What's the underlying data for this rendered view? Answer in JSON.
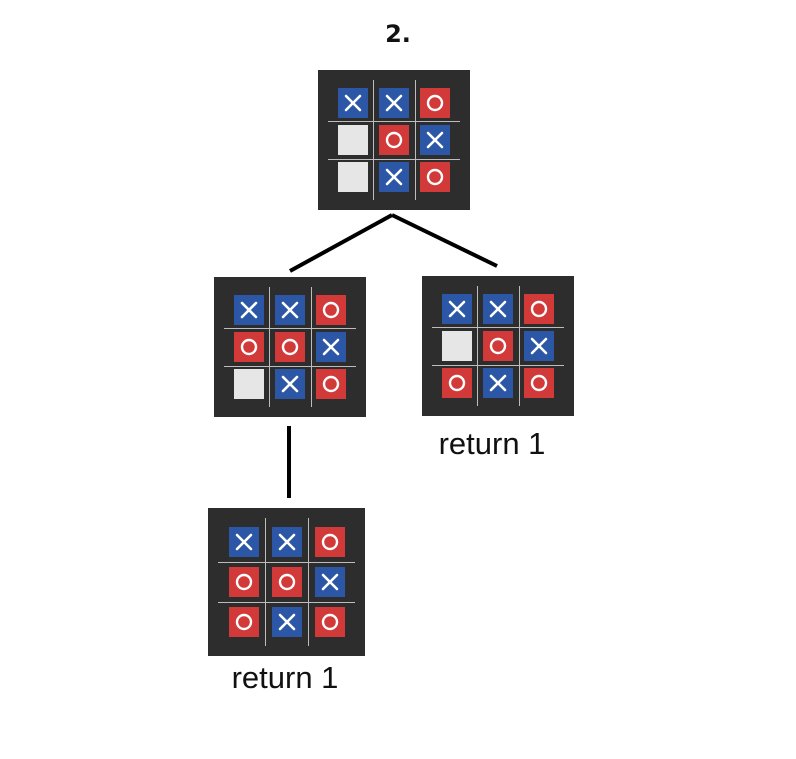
{
  "diagram": {
    "heading": "2.",
    "colors": {
      "x": "#2c56a6",
      "o": "#d23a3a",
      "empty": "#e6e6e6",
      "board": "#2d2d2d"
    },
    "nodes": [
      {
        "id": "root",
        "cells": [
          [
            "X",
            "X",
            "O"
          ],
          [
            "",
            "O",
            "X"
          ],
          [
            "",
            "X",
            "O"
          ]
        ],
        "label": ""
      },
      {
        "id": "left-child",
        "cells": [
          [
            "X",
            "X",
            "O"
          ],
          [
            "O",
            "O",
            "X"
          ],
          [
            "",
            "X",
            "O"
          ]
        ],
        "label": ""
      },
      {
        "id": "right-child",
        "cells": [
          [
            "X",
            "X",
            "O"
          ],
          [
            "",
            "O",
            "X"
          ],
          [
            "O",
            "X",
            "O"
          ]
        ],
        "label": "return 1"
      },
      {
        "id": "left-grandchild",
        "cells": [
          [
            "X",
            "X",
            "O"
          ],
          [
            "O",
            "O",
            "X"
          ],
          [
            "O",
            "X",
            "O"
          ]
        ],
        "label": "return 1"
      }
    ],
    "edges": [
      {
        "from": "root",
        "to": "left-child"
      },
      {
        "from": "root",
        "to": "right-child"
      },
      {
        "from": "left-child",
        "to": "left-grandchild"
      }
    ]
  }
}
